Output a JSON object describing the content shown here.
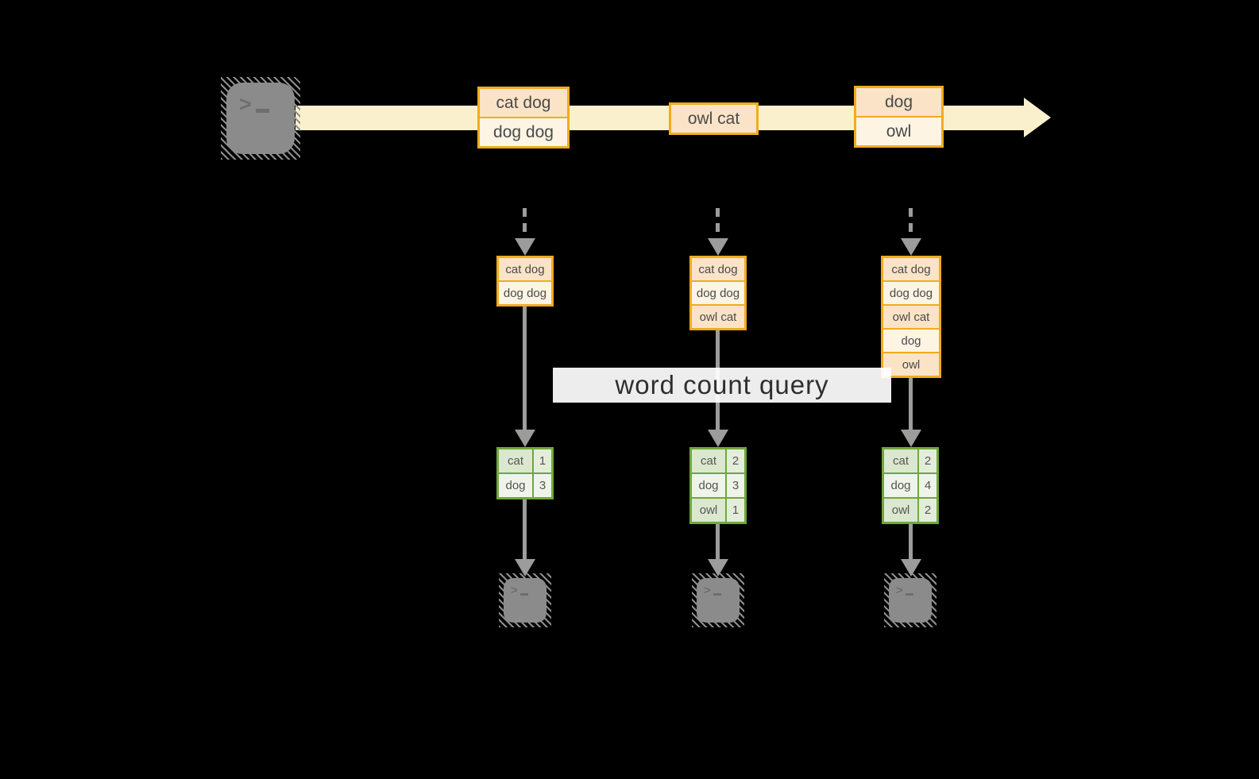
{
  "query_label": "word count query",
  "terminal_glyph": ">",
  "stream": {
    "events": [
      {
        "lines": [
          "cat dog",
          "dog dog"
        ]
      },
      {
        "lines": [
          "owl cat"
        ]
      },
      {
        "lines": [
          "dog",
          "owl"
        ]
      }
    ]
  },
  "columns": [
    {
      "state_rows": [
        "cat dog",
        "dog dog"
      ],
      "counts": [
        {
          "word": "cat",
          "count": "1"
        },
        {
          "word": "dog",
          "count": "3"
        }
      ]
    },
    {
      "state_rows": [
        "cat dog",
        "dog dog",
        "owl cat"
      ],
      "counts": [
        {
          "word": "cat",
          "count": "2"
        },
        {
          "word": "dog",
          "count": "3"
        },
        {
          "word": "owl",
          "count": "1"
        }
      ]
    },
    {
      "state_rows": [
        "cat dog",
        "dog dog",
        "owl cat",
        "dog",
        "owl"
      ],
      "counts": [
        {
          "word": "cat",
          "count": "2"
        },
        {
          "word": "dog",
          "count": "4"
        },
        {
          "word": "owl",
          "count": "2"
        }
      ]
    }
  ],
  "colors": {
    "background": "#000000",
    "stream_fill": "#FBF0CD",
    "box_border_gold": "#F0AC1E",
    "box_fill_peach": "#FAE3C7",
    "box_fill_cream": "#FDF4E4",
    "table_border_green": "#6FA83C",
    "table_fill_dark": "#DBE7CE",
    "table_fill_light": "#EFF4EA",
    "arrow_gray": "#9C9C9C",
    "terminal_gray": "#8B8B8B",
    "query_band_bg": "#FFFFFF"
  }
}
